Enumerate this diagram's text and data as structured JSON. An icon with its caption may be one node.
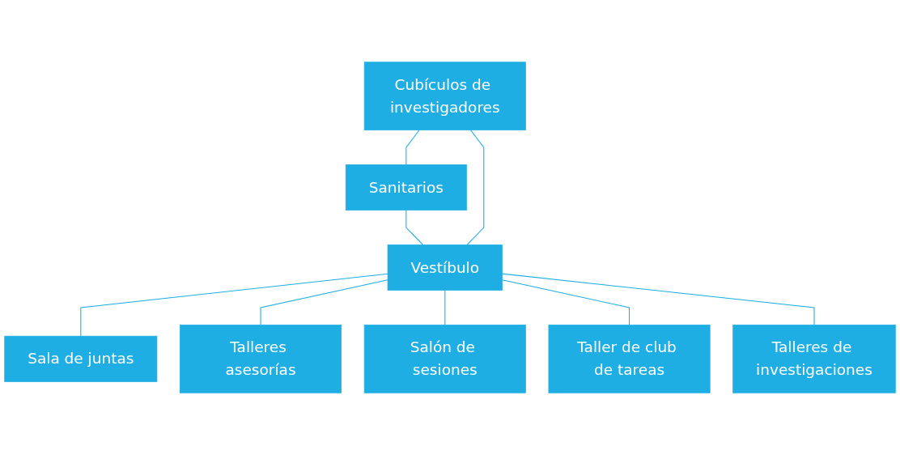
{
  "diagram": {
    "nodes": [
      {
        "text": [
          "Sanitarios"
        ]
      },
      {
        "text": [
          "Cubículos de investigadores"
        ]
      },
      {
        "text": [
          "Sala de juntas"
        ]
      },
      {
        "text": [
          "Vestíbulo"
        ]
      },
      {
        "text": [
          "Talleres asesorías"
        ]
      },
      {
        "text": [
          "Salón de sesiones"
        ]
      },
      {
        "text": [
          "Taller de club de tareas"
        ]
      },
      {
        "text": [
          "Talleres de investigaciones"
        ]
      }
    ],
    "edges": [
      {
        "from": 1,
        "to": 0,
        "arrow": "none"
      },
      {
        "from": 0,
        "to": 3,
        "arrow": "none"
      },
      {
        "from": 1,
        "to": 3,
        "arrow": "none"
      },
      {
        "from": 3,
        "to": 2,
        "arrow": "none"
      },
      {
        "from": 3,
        "to": 4,
        "arrow": "none"
      },
      {
        "from": 3,
        "to": 5,
        "arrow": "none"
      },
      {
        "from": 3,
        "to": 6,
        "arrow": "none"
      },
      {
        "from": 3,
        "to": 7,
        "arrow": "none"
      }
    ]
  }
}
